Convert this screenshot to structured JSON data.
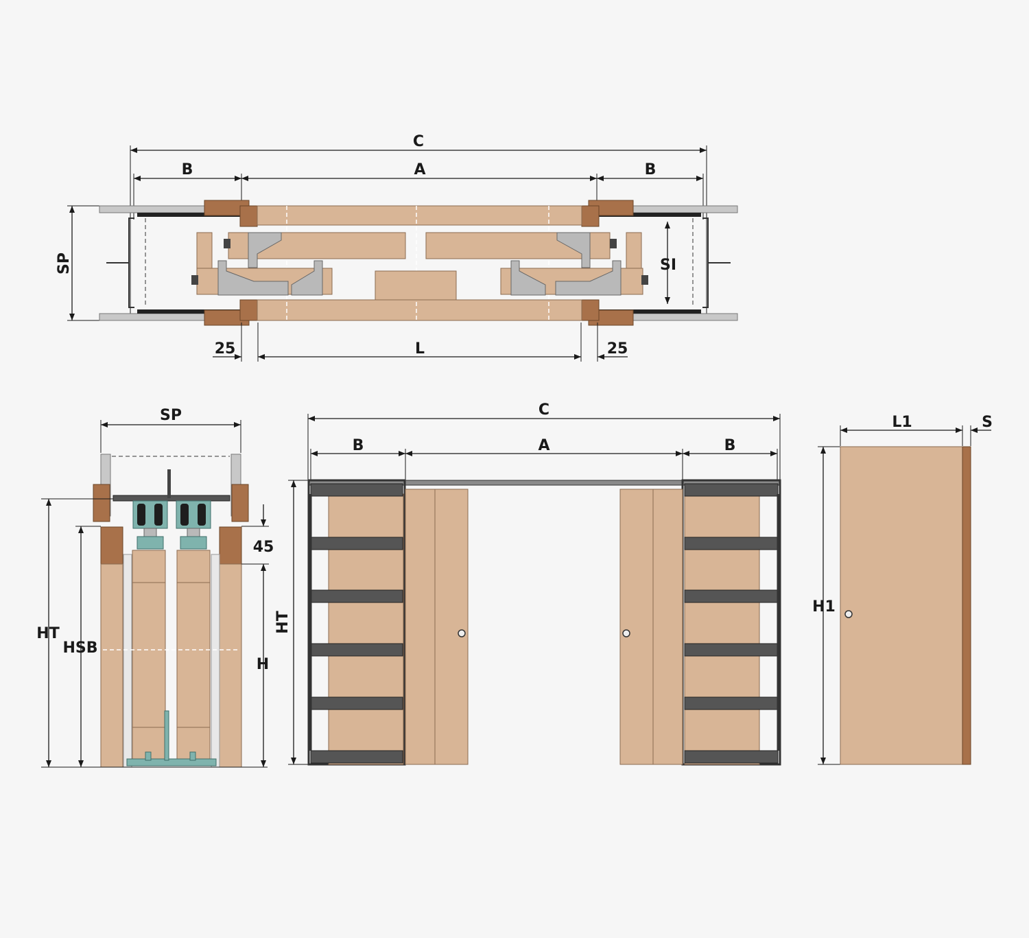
{
  "plan_view": {
    "dim_c": "C",
    "dim_b_left": "B",
    "dim_a": "A",
    "dim_b_right": "B",
    "dim_sp": "SP",
    "dim_si": "SI",
    "dim_25_left": "25",
    "dim_l": "L",
    "dim_25_right": "25"
  },
  "section_view": {
    "dim_sp": "SP",
    "dim_ht": "HT",
    "dim_hsb": "HSB",
    "dim_45": "45",
    "dim_h": "H"
  },
  "front_view": {
    "dim_c": "C",
    "dim_b_left": "B",
    "dim_a": "A",
    "dim_b_right": "B",
    "dim_ht": "HT"
  },
  "door_view": {
    "dim_l1": "L1",
    "dim_s": "S",
    "dim_h1": "H1"
  },
  "colors": {
    "background": "#f6f6f6",
    "wood_panel": "#d8b596",
    "wood_edge": "#a8714a",
    "wall": "#c8c8c8",
    "hardware_teal": "#7fb3ad",
    "steel": "#555555"
  }
}
